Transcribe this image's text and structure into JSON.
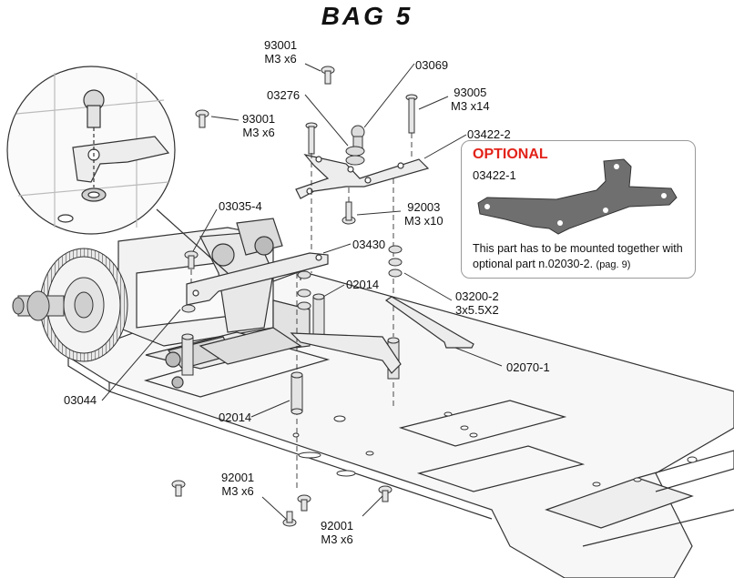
{
  "title": "BAG 5",
  "labels": {
    "p93001_top": {
      "code": "93001",
      "spec": "M3 x6"
    },
    "p93001_left": {
      "code": "93001",
      "spec": "M3 x6"
    },
    "p03069": {
      "code": "03069"
    },
    "p03276": {
      "code": "03276"
    },
    "p93005": {
      "code": "93005",
      "spec": "M3 x14"
    },
    "p03422_2": {
      "code": "03422-2"
    },
    "p92003": {
      "code": "92003",
      "spec": "M3 x10"
    },
    "p03035_4": {
      "code": "03035-4"
    },
    "p03430": {
      "code": "03430"
    },
    "p02014_upper": {
      "code": "02014"
    },
    "p03200_2": {
      "code": "03200-2",
      "spec": "3x5.5X2"
    },
    "p02070_1": {
      "code": "02070-1"
    },
    "p03044": {
      "code": "03044"
    },
    "p02014_lower": {
      "code": "02014"
    },
    "p92001_left": {
      "code": "92001",
      "spec": "M3 x6"
    },
    "p92001_right": {
      "code": "92001",
      "spec": "M3 x6"
    }
  },
  "optional": {
    "heading": "OPTIONAL",
    "part_code": "03422-1",
    "note_main": "This part has to be mounted together with optional part n.02030-2.",
    "note_ref": "(pag. 9)",
    "heading_color": "#e2231a"
  }
}
